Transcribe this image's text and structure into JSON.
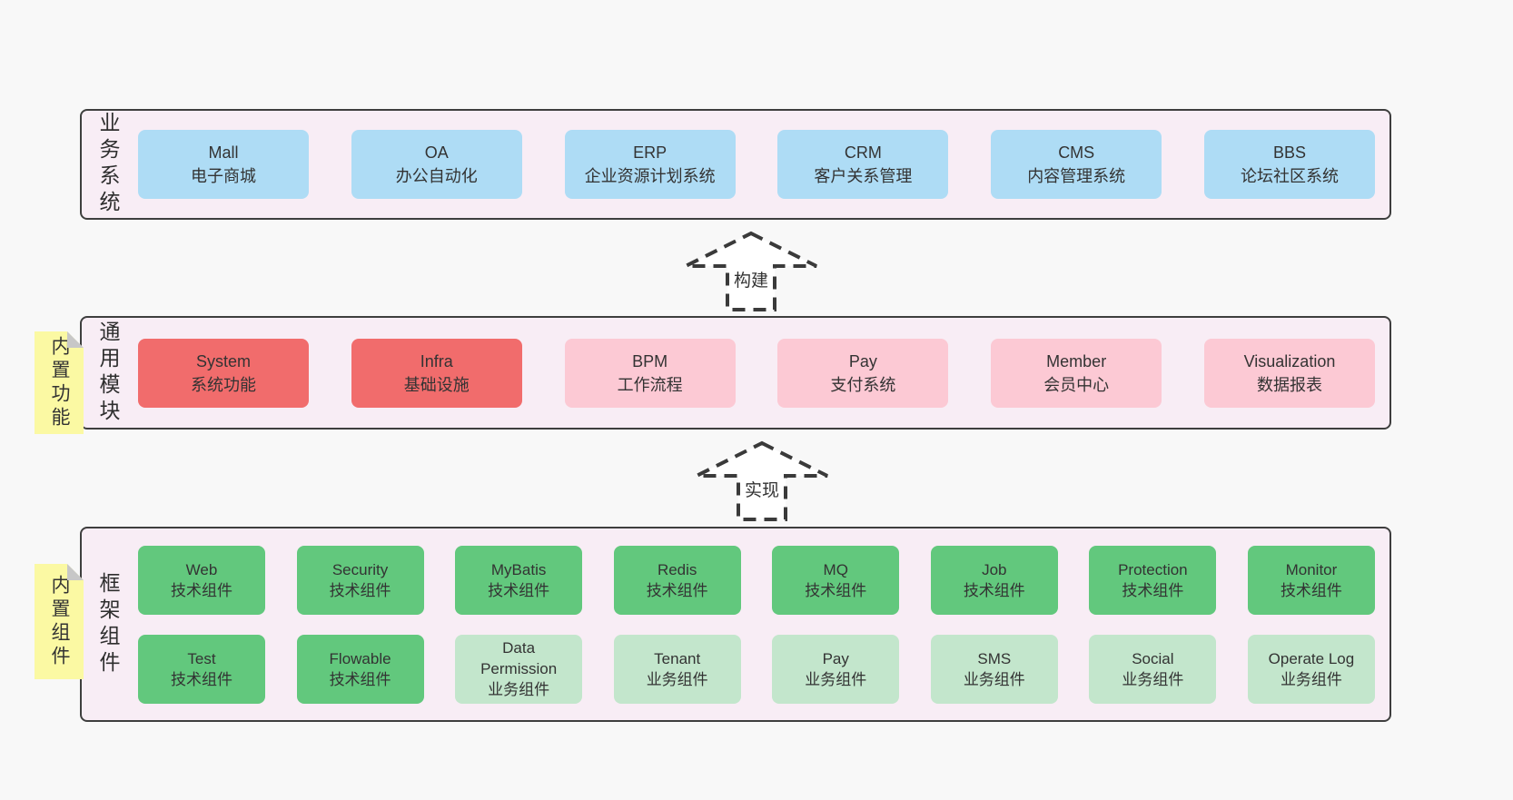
{
  "colors": {
    "background": "#f8f8f8",
    "panel_bg": "#f8edf5",
    "panel_border": "#3e3e3e",
    "blue": "#aedcf5",
    "red": "#f16c6c",
    "pink": "#fcc9d4",
    "green": "#62c87d",
    "green_light": "#c3e6cc",
    "note_yellow": "#fbf9a3",
    "text": "#333333"
  },
  "arrows": [
    {
      "label": "构建"
    },
    {
      "label": "实现"
    }
  ],
  "sections": [
    {
      "label": "业务系统",
      "boxes": [
        {
          "name": "Mall",
          "subtitle": "电子商城",
          "variant": "blue"
        },
        {
          "name": "OA",
          "subtitle": "办公自动化",
          "variant": "blue"
        },
        {
          "name": "ERP",
          "subtitle": "企业资源计划系统",
          "variant": "blue"
        },
        {
          "name": "CRM",
          "subtitle": "客户关系管理",
          "variant": "blue"
        },
        {
          "name": "CMS",
          "subtitle": "内容管理系统",
          "variant": "blue"
        },
        {
          "name": "BBS",
          "subtitle": "论坛社区系统",
          "variant": "blue"
        }
      ]
    },
    {
      "label": "通用模块",
      "note": "内置功能",
      "boxes": [
        {
          "name": "System",
          "subtitle": "系统功能",
          "variant": "red"
        },
        {
          "name": "Infra",
          "subtitle": "基础设施",
          "variant": "red"
        },
        {
          "name": "BPM",
          "subtitle": "工作流程",
          "variant": "pink"
        },
        {
          "name": "Pay",
          "subtitle": "支付系统",
          "variant": "pink"
        },
        {
          "name": "Member",
          "subtitle": "会员中心",
          "variant": "pink"
        },
        {
          "name": "Visualization",
          "subtitle": "数据报表",
          "variant": "pink"
        }
      ]
    },
    {
      "label": "框架组件",
      "note": "内置组件",
      "rows": [
        [
          {
            "name": "Web",
            "subtitle": "技术组件",
            "variant": "green"
          },
          {
            "name": "Security",
            "subtitle": "技术组件",
            "variant": "green"
          },
          {
            "name": "MyBatis",
            "subtitle": "技术组件",
            "variant": "green"
          },
          {
            "name": "Redis",
            "subtitle": "技术组件",
            "variant": "green"
          },
          {
            "name": "MQ",
            "subtitle": "技术组件",
            "variant": "green"
          },
          {
            "name": "Job",
            "subtitle": "技术组件",
            "variant": "green"
          },
          {
            "name": "Protection",
            "subtitle": "技术组件",
            "variant": "green"
          },
          {
            "name": "Monitor",
            "subtitle": "技术组件",
            "variant": "green"
          }
        ],
        [
          {
            "name": "Test",
            "subtitle": "技术组件",
            "variant": "green"
          },
          {
            "name": "Flowable",
            "subtitle": "技术组件",
            "variant": "green"
          },
          {
            "name": "Data Permission",
            "subtitle": "业务组件",
            "variant": "green-light"
          },
          {
            "name": "Tenant",
            "subtitle": "业务组件",
            "variant": "green-light"
          },
          {
            "name": "Pay",
            "subtitle": "业务组件",
            "variant": "green-light"
          },
          {
            "name": "SMS",
            "subtitle": "业务组件",
            "variant": "green-light"
          },
          {
            "name": "Social",
            "subtitle": "业务组件",
            "variant": "green-light"
          },
          {
            "name": "Operate Log",
            "subtitle": "业务组件",
            "variant": "green-light"
          }
        ]
      ]
    }
  ]
}
